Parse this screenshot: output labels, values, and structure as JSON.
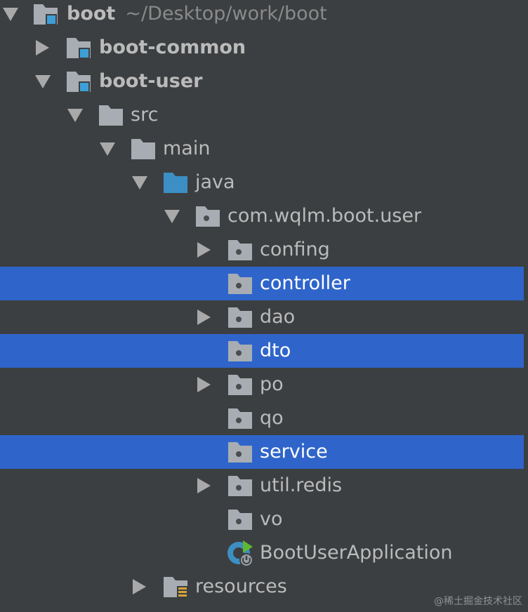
{
  "tree": {
    "root": {
      "name": "boot",
      "path": "~/Desktop/work/boot"
    },
    "boot_common": "boot-common",
    "boot_user": "boot-user",
    "src": "src",
    "main": "main",
    "java": "java",
    "package": "com.wqlm.boot.user",
    "confing": "confing",
    "controller": "controller",
    "dao": "dao",
    "dto": "dto",
    "po": "po",
    "qo": "qo",
    "service": "service",
    "util_redis": "util.redis",
    "vo": "vo",
    "app_class": "BootUserApplication",
    "resources": "resources"
  },
  "watermark": "@稀土掘金技术社区",
  "colors": {
    "background": "#3c3f41",
    "selection": "#2f65ca",
    "folder": "#a8adb3",
    "module_badge": "#3d9fd6",
    "source_folder": "#3b8fc4",
    "package_dot": "#4a4d50"
  }
}
